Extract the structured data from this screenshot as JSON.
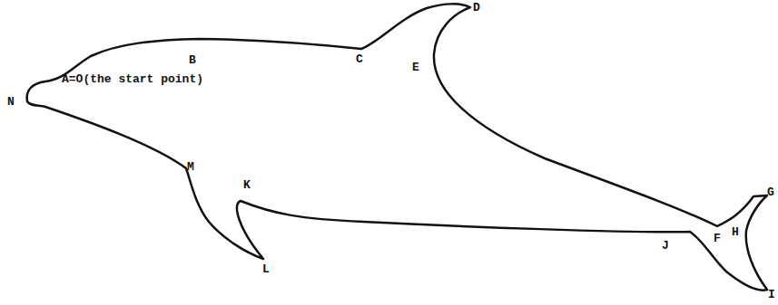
{
  "diagram": {
    "labels": [
      "A=O(the start point)",
      "B",
      "C",
      "D",
      "E",
      "F",
      "G",
      "H",
      "I",
      "J",
      "K",
      "L",
      "M",
      "N"
    ]
  }
}
